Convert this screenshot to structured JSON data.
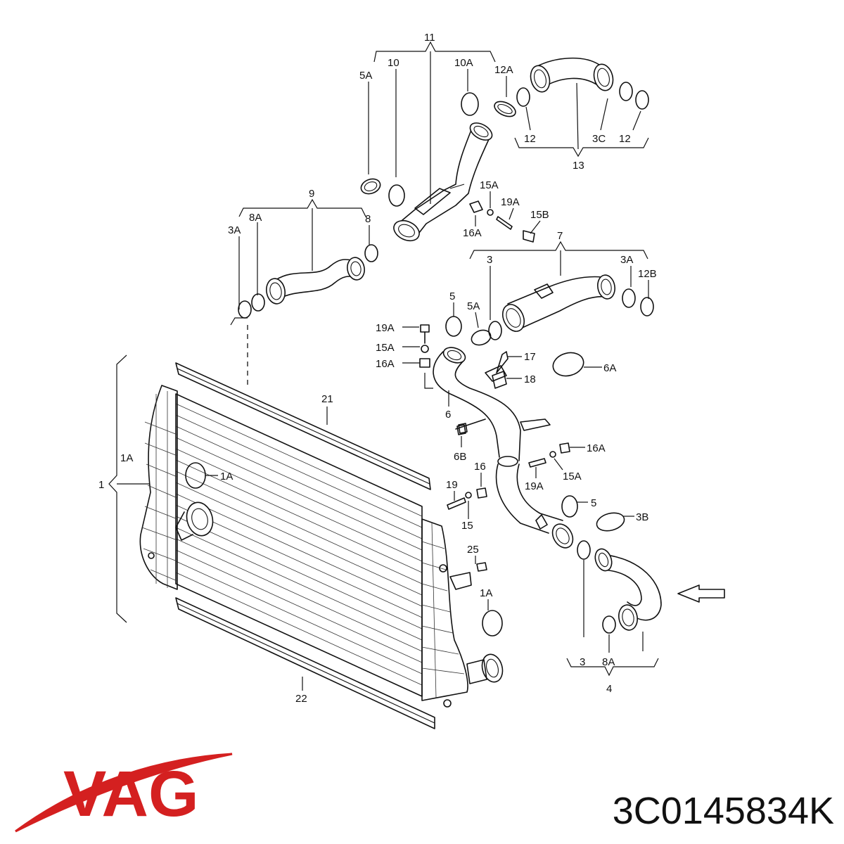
{
  "diagram": {
    "labels": [
      {
        "id": "l11",
        "text": "11"
      },
      {
        "id": "l10",
        "text": "10"
      },
      {
        "id": "l10A",
        "text": "10A"
      },
      {
        "id": "l5A_top",
        "text": "5A"
      },
      {
        "id": "l12A",
        "text": "12A"
      },
      {
        "id": "l12_a",
        "text": "12"
      },
      {
        "id": "l3C",
        "text": "3C"
      },
      {
        "id": "l12_b",
        "text": "12"
      },
      {
        "id": "l13",
        "text": "13"
      },
      {
        "id": "l9",
        "text": "9"
      },
      {
        "id": "l8A_top",
        "text": "8A"
      },
      {
        "id": "l3A_left",
        "text": "3A"
      },
      {
        "id": "l8",
        "text": "8"
      },
      {
        "id": "l15A_top",
        "text": "15A"
      },
      {
        "id": "l19A_top",
        "text": "19A"
      },
      {
        "id": "l15B",
        "text": "15B"
      },
      {
        "id": "l16A_top",
        "text": "16A"
      },
      {
        "id": "l7",
        "text": "7"
      },
      {
        "id": "l3_mid",
        "text": "3"
      },
      {
        "id": "l3A_right",
        "text": "3A"
      },
      {
        "id": "l12B",
        "text": "12B"
      },
      {
        "id": "l5_mid",
        "text": "5"
      },
      {
        "id": "l5A_mid",
        "text": "5A"
      },
      {
        "id": "l19A_left",
        "text": "19A"
      },
      {
        "id": "l15A_left",
        "text": "15A"
      },
      {
        "id": "l16A_left",
        "text": "16A"
      },
      {
        "id": "l17",
        "text": "17"
      },
      {
        "id": "l18",
        "text": "18"
      },
      {
        "id": "l6A",
        "text": "6A"
      },
      {
        "id": "l6",
        "text": "6"
      },
      {
        "id": "l21",
        "text": "21"
      },
      {
        "id": "l6B",
        "text": "6B"
      },
      {
        "id": "l16A_right",
        "text": "16A"
      },
      {
        "id": "l16",
        "text": "16"
      },
      {
        "id": "l1A_side",
        "text": "1A"
      },
      {
        "id": "l1A_inner",
        "text": "1A"
      },
      {
        "id": "l1",
        "text": "1"
      },
      {
        "id": "l19",
        "text": "19"
      },
      {
        "id": "l19A_right",
        "text": "19A"
      },
      {
        "id": "l15A_right",
        "text": "15A"
      },
      {
        "id": "l15",
        "text": "15"
      },
      {
        "id": "l5_low",
        "text": "5"
      },
      {
        "id": "l3B",
        "text": "3B"
      },
      {
        "id": "l25",
        "text": "25"
      },
      {
        "id": "l1A_low",
        "text": "1A"
      },
      {
        "id": "l3_low",
        "text": "3"
      },
      {
        "id": "l8A_low",
        "text": "8A"
      },
      {
        "id": "l4",
        "text": "4"
      },
      {
        "id": "l22",
        "text": "22"
      }
    ]
  },
  "brand": {
    "logo_text": "VAG",
    "color": "#d42020"
  },
  "part_number": "3C0145834K"
}
